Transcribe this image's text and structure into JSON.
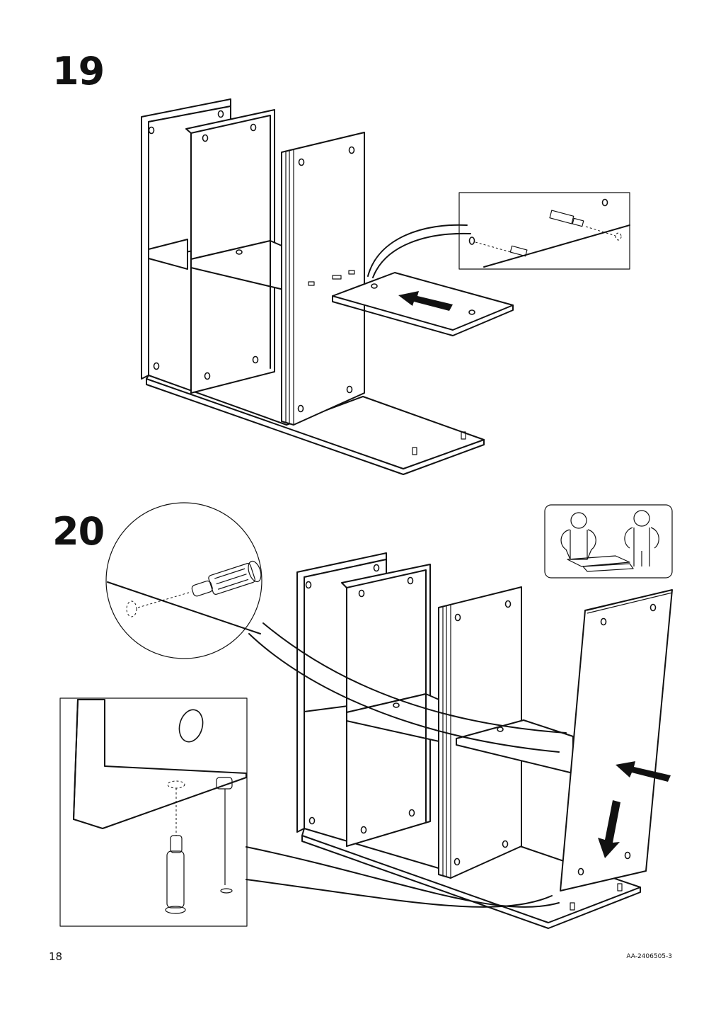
{
  "steps": [
    {
      "number": "19"
    },
    {
      "number": "20"
    }
  ],
  "footer": {
    "page_number": "18",
    "document_code": "AA-2406505-3"
  },
  "icons": {
    "two_person": "two-person-assembly-icon"
  }
}
